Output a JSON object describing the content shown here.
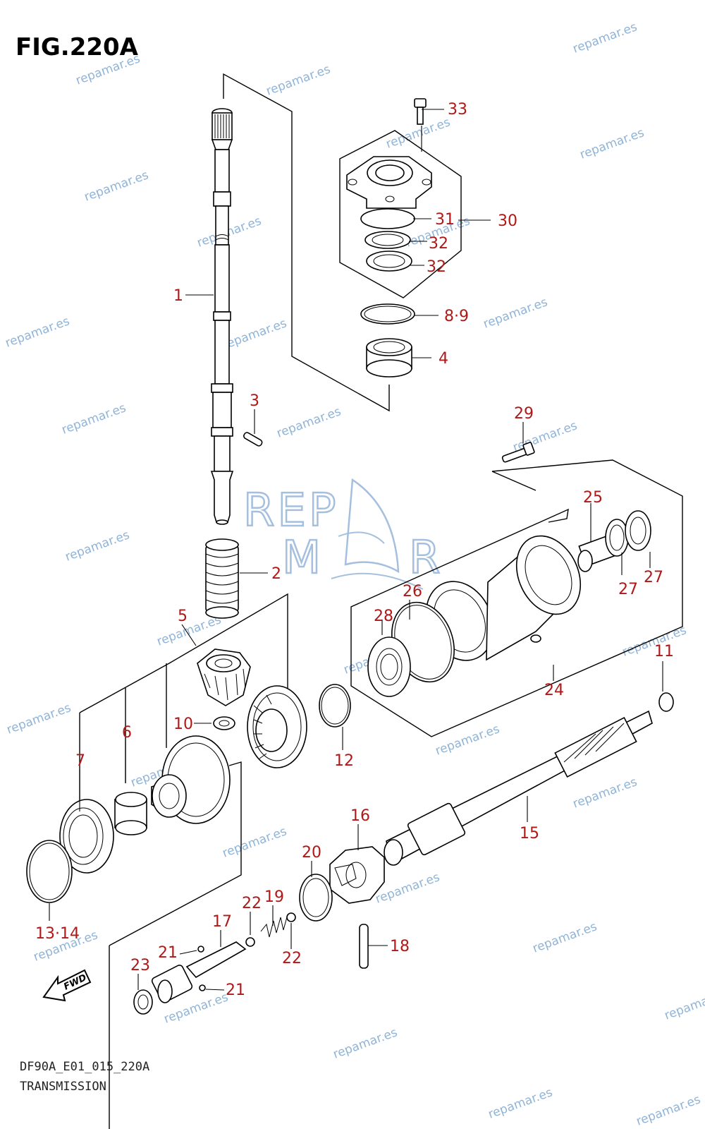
{
  "title": "FIG.220A",
  "footer": {
    "code": "DF90A_E01_015_220A",
    "name": "TRANSMISSION"
  },
  "logo": {
    "text": "REPAMAR"
  },
  "watermark": "repamar.es",
  "fwd_label": "FWD",
  "callouts": {
    "c1": "1",
    "c2": "2",
    "c3": "3",
    "c4": "4",
    "c5": "5",
    "c6": "6",
    "c7": "7",
    "c8_9": "8·9",
    "c10": "10",
    "c11": "11",
    "c12": "12",
    "c13_14": "13·14",
    "c15": "15",
    "c16": "16",
    "c17": "17",
    "c18": "18",
    "c19": "19",
    "c20": "20",
    "c21a": "21",
    "c21b": "21",
    "c22a": "22",
    "c22b": "22",
    "c23": "23",
    "c24": "24",
    "c25": "25",
    "c26": "26",
    "c27a": "27",
    "c27b": "27",
    "c28": "28",
    "c29": "29",
    "c30": "30",
    "c31": "31",
    "c32a": "32",
    "c32b": "32",
    "c33": "33"
  },
  "colors": {
    "callout": "#b01818",
    "watermark": "#8fb4d8"
  }
}
